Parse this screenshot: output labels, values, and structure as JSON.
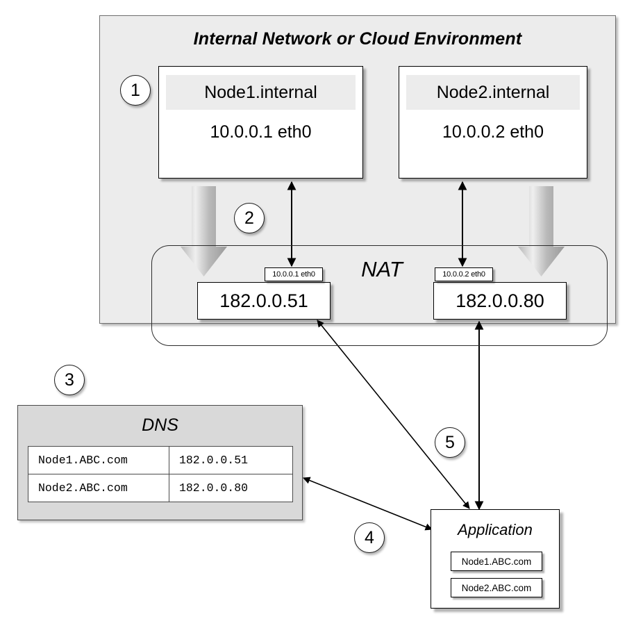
{
  "diagram": {
    "title": "Internal Network or Cloud Environment",
    "environment": {
      "label": "Internal Network or Cloud Environment",
      "nodes": [
        {
          "name": "Node1.internal",
          "address": "10.0.0.1 eth0"
        },
        {
          "name": "Node2.internal",
          "address": "10.0.0.2 eth0"
        }
      ]
    },
    "nat": {
      "label": "NAT",
      "mappings": [
        {
          "internal_tag": "10.0.0.1 eth0",
          "public_ip": "182.0.0.51"
        },
        {
          "internal_tag": "10.0.0.2 eth0",
          "public_ip": "182.0.0.80"
        }
      ]
    },
    "dns": {
      "title": "DNS",
      "records": [
        {
          "name": "Node1.ABC.com",
          "address": "182.0.0.51"
        },
        {
          "name": "Node2.ABC.com",
          "address": "182.0.0.80"
        }
      ]
    },
    "application": {
      "title": "Application",
      "entries": [
        "Node1.ABC.com",
        "Node2.ABC.com"
      ]
    },
    "steps": [
      {
        "number": "1"
      },
      {
        "number": "2"
      },
      {
        "number": "3"
      },
      {
        "number": "4"
      },
      {
        "number": "5"
      }
    ],
    "colors": {
      "panel_background": "#ececec",
      "dns_background": "#d9d9d9",
      "box_background": "#ffffff",
      "stroke": "#000000",
      "wide_arrow": "#9e9e9e"
    }
  }
}
